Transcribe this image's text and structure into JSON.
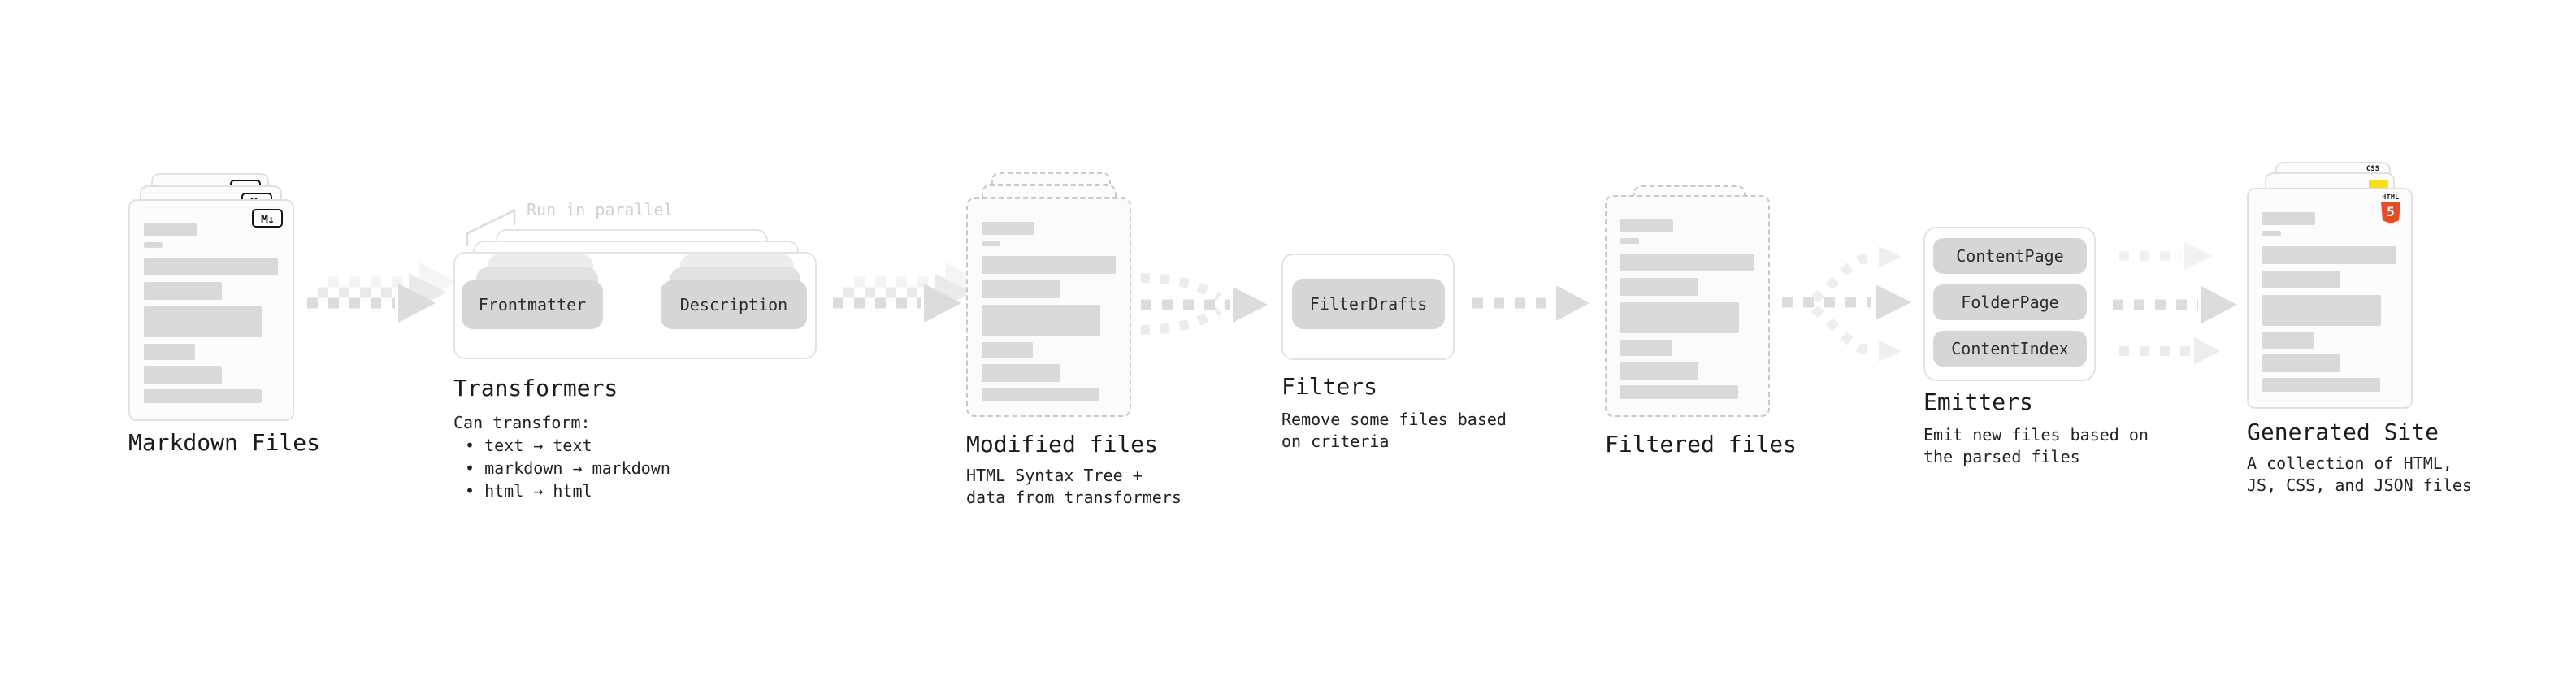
{
  "colors": {
    "html5_orange": "#e44d26",
    "js_yellow": "#f7df1e",
    "css_blue": "#2965f1",
    "placeholder_bar_gray": "#d9d9d9",
    "arrow_gray": "#dcdcdc",
    "note_gray": "#cfcfcf"
  },
  "markdown": {
    "label": "Markdown Files",
    "badge": "M↓"
  },
  "transformers": {
    "note": "Run in parallel",
    "input_button": "Frontmatter",
    "output_button": "Description",
    "label": "Transformers",
    "desc_title": "Can transform:",
    "bullet_char": "•",
    "bullets": [
      "text → text",
      "markdown → markdown",
      "html → html"
    ]
  },
  "modified": {
    "label": "Modified files",
    "desc": "HTML Syntax Tree +\ndata from transformers"
  },
  "filters": {
    "label": "Filters",
    "button": "FilterDrafts",
    "desc": "Remove some files based\non criteria"
  },
  "filtered": {
    "label": "Filtered files"
  },
  "emitters": {
    "label": "Emitters",
    "buttons": [
      "ContentPage",
      "FolderPage",
      "ContentIndex"
    ],
    "desc": "Emit new files based on\nthe parsed files"
  },
  "generated": {
    "label": "Generated Site",
    "desc": "A collection of HTML,\nJS, CSS, and JSON files",
    "css_badge": "CSS",
    "html_badge_text": "HTML",
    "html_badge_number": "5"
  }
}
